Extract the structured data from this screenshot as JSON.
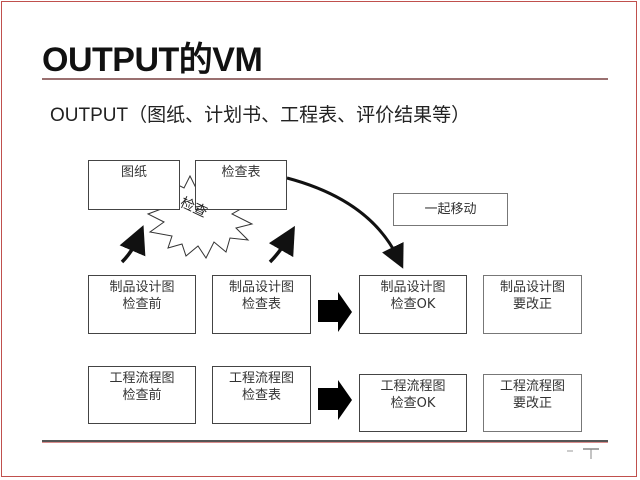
{
  "slide": {
    "title": "OUTPUT的VM",
    "subtitle": "OUTPUT（图纸、计划书、工程表、评价结果等）",
    "frame_color": "#c0504d"
  },
  "top_boxes": {
    "drawing": "图纸",
    "checklist": "检查表",
    "move_together": "一起移动"
  },
  "burst": {
    "label": "检查"
  },
  "rows": [
    {
      "name": "product-design",
      "boxes": [
        {
          "line1": "制品设计图",
          "line2": "检查前"
        },
        {
          "line1": "制品设计图",
          "line2": "检查表"
        },
        {
          "line1": "制品设计图",
          "line2": "检查OK"
        },
        {
          "line1": "制品设计图",
          "line2": "要改正"
        }
      ]
    },
    {
      "name": "process-flow",
      "boxes": [
        {
          "line1": "工程流程图",
          "line2": "检查前"
        },
        {
          "line1": "工程流程图",
          "line2": "检查表"
        },
        {
          "line1": "工程流程图",
          "line2": "检查OK"
        },
        {
          "line1": "工程流程图",
          "line2": "要改正"
        }
      ]
    }
  ]
}
